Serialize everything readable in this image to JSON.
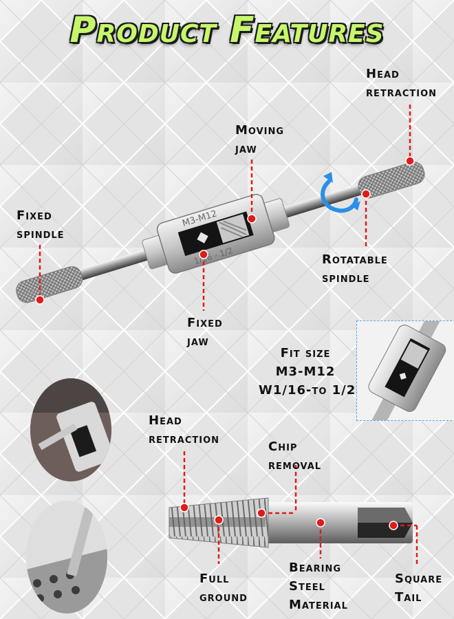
{
  "title": "Product Features",
  "colors": {
    "title_fill": "#c6f76b",
    "title_outline": "#1b1b1b",
    "leader_line": "#e01b1b",
    "rotation_arrow": "#2a8fe6",
    "inset_border": "#5aa0e6"
  },
  "icons": {
    "rotation": "circular-arrow-icon"
  },
  "wrench": {
    "body_marking_top": "M3-M12",
    "body_marking_bottom": "1/16 - 1/2"
  },
  "labels": {
    "head_retraction_top": [
      "Head",
      "retraction"
    ],
    "moving_jaw": [
      "Moving",
      "jaw"
    ],
    "fixed_spindle": [
      "Fixed",
      "spindle"
    ],
    "rotatable_spindle": [
      "Rotatable",
      "spindle"
    ],
    "fixed_jaw": [
      "Fixed",
      "jaw"
    ],
    "fit_size": [
      "Fit size",
      "M3-M12",
      "W1/16-to 1/2"
    ],
    "head_retraction_tap": [
      "Head",
      "retraction"
    ],
    "chip_removal": [
      "Chip",
      "removal"
    ],
    "full_ground": [
      "Full",
      "ground"
    ],
    "bearing_steel": [
      "Bearing",
      "Steel",
      "Material"
    ],
    "square_tail": [
      "Square",
      "Tail"
    ]
  }
}
